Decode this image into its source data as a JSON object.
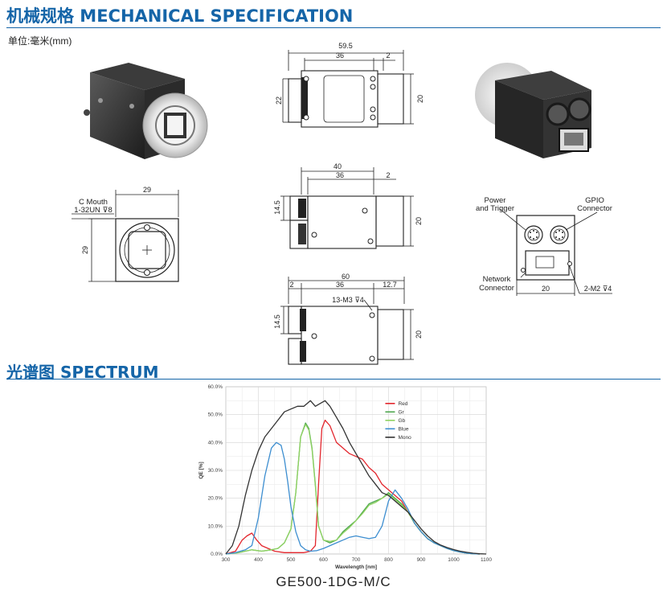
{
  "header": {
    "title": "机械规格 MECHANICAL SPECIFICATION",
    "unit": "单位:毫米(mm)"
  },
  "drawings": {
    "top_view": {
      "overall": "59.5",
      "body": "36",
      "offset": "2",
      "left_height": "22",
      "right_height": "20"
    },
    "side_view": {
      "overall": "40",
      "body": "36",
      "offset": "2",
      "left_height": "14.5",
      "right_height": "20"
    },
    "bottom_view": {
      "overall": "60",
      "left": "2",
      "body": "36",
      "right": "12.7",
      "thread": "13-M3 ⊽4",
      "left_height": "14.5",
      "right_height": "20"
    },
    "front_view": {
      "mount_label": "C Mouth",
      "mount_thread": "1-32UN ⊽8",
      "width": "29",
      "height": "29"
    },
    "rear_view": {
      "power_label_1": "Power",
      "power_label_2": "and Trigger",
      "gpio_label_1": "GPIO",
      "gpio_label_2": "Connector",
      "network_label_1": "Network",
      "network_label_2": "Connector",
      "width": "20",
      "screw": "2-M2 ⊽4"
    }
  },
  "spectrum": {
    "title": "光谱图    SPECTRUM",
    "model": "GE500-1DG-M/C"
  },
  "chart_data": {
    "type": "line",
    "xlabel": "Wavelength [nm]",
    "ylabel": "QE [%]",
    "xlim": [
      300,
      1100
    ],
    "ylim": [
      0,
      60
    ],
    "x_ticks": [
      "300",
      "400",
      "500",
      "600",
      "700",
      "800",
      "900",
      "1000",
      "1100"
    ],
    "y_ticks": [
      "0.0%",
      "10.0%",
      "20.0%",
      "30.0%",
      "40.0%",
      "50.0%",
      "60.0%"
    ],
    "grid": true,
    "legend_position": "top-right",
    "series": [
      {
        "name": "Red",
        "color": "#e3262d",
        "x": [
          300,
          330,
          350,
          365,
          380,
          395,
          410,
          430,
          450,
          480,
          510,
          540,
          560,
          575,
          585,
          595,
          605,
          620,
          640,
          660,
          680,
          700,
          720,
          740,
          760,
          780,
          800,
          820,
          840,
          860,
          880,
          900,
          920,
          940,
          960,
          980,
          1000,
          1020,
          1040,
          1060,
          1080
        ],
        "y": [
          0,
          1,
          5,
          6.5,
          7.5,
          5,
          3,
          2,
          1,
          0.5,
          0.5,
          0.5,
          1,
          3,
          25,
          45,
          48,
          46,
          40,
          38,
          36,
          35,
          34,
          31,
          29,
          25,
          23,
          21,
          19,
          15,
          11,
          8,
          5.5,
          4,
          3,
          2,
          1.2,
          0.7,
          0.3,
          0.1,
          0
        ]
      },
      {
        "name": "Gr",
        "color": "#4ca64c",
        "x": [
          300,
          340,
          380,
          410,
          440,
          460,
          480,
          500,
          515,
          530,
          545,
          555,
          565,
          575,
          585,
          600,
          620,
          640,
          660,
          680,
          700,
          720,
          740,
          760,
          780,
          800,
          820,
          840,
          860,
          880,
          900,
          920,
          940,
          960,
          980,
          1000,
          1020,
          1040,
          1060,
          1080
        ],
        "y": [
          0,
          0.5,
          1.5,
          1,
          1.5,
          2,
          4,
          9,
          22,
          42,
          47,
          45,
          38,
          25,
          10,
          5,
          4,
          5,
          8,
          10,
          12,
          15,
          18,
          19,
          20,
          22,
          20,
          18,
          15,
          11,
          8,
          5.5,
          4,
          3,
          2,
          1.2,
          0.7,
          0.3,
          0.1,
          0
        ]
      },
      {
        "name": "Gb",
        "color": "#8fd262",
        "x": [
          300,
          340,
          380,
          410,
          440,
          460,
          480,
          500,
          515,
          530,
          545,
          555,
          565,
          575,
          585,
          600,
          620,
          640,
          660,
          680,
          700,
          720,
          740,
          760,
          780,
          800,
          820,
          840,
          860,
          880,
          900,
          920,
          940,
          960,
          980,
          1000,
          1020,
          1040,
          1060,
          1080
        ],
        "y": [
          0,
          0.5,
          1.5,
          1,
          1.5,
          2,
          4,
          9,
          22,
          42,
          46.5,
          44.5,
          37.5,
          24.5,
          10,
          5,
          4.5,
          5,
          7.5,
          9.5,
          12,
          14.5,
          17.5,
          18.5,
          20,
          21.5,
          19.5,
          17.5,
          15,
          11,
          8,
          5.5,
          4,
          3,
          2,
          1.2,
          0.7,
          0.3,
          0.1,
          0
        ]
      },
      {
        "name": "Blue",
        "color": "#3d8ed0",
        "x": [
          300,
          330,
          360,
          380,
          400,
          420,
          440,
          455,
          470,
          480,
          490,
          500,
          515,
          530,
          545,
          560,
          580,
          600,
          620,
          640,
          660,
          680,
          700,
          720,
          740,
          760,
          780,
          800,
          820,
          840,
          860,
          880,
          900,
          920,
          940,
          960,
          980,
          1000,
          1020,
          1040,
          1060,
          1080
        ],
        "y": [
          0,
          0.5,
          1.5,
          3,
          13,
          28,
          38,
          40,
          39,
          34,
          26,
          17,
          8,
          3,
          1.5,
          1,
          1.2,
          2,
          3,
          4,
          5,
          6,
          6.5,
          6,
          5.5,
          6,
          10,
          19,
          23,
          20,
          16,
          11,
          8,
          5.5,
          4,
          3,
          2,
          1.2,
          0.7,
          0.3,
          0.1,
          0
        ]
      },
      {
        "name": "Mono",
        "color": "#333333",
        "x": [
          300,
          320,
          340,
          360,
          380,
          400,
          420,
          440,
          460,
          480,
          500,
          520,
          540,
          560,
          575,
          590,
          605,
          620,
          640,
          660,
          680,
          700,
          720,
          740,
          760,
          780,
          800,
          820,
          840,
          860,
          880,
          900,
          920,
          940,
          960,
          980,
          1000,
          1020,
          1040,
          1060,
          1080,
          1100
        ],
        "y": [
          0,
          3,
          10,
          21,
          30,
          37,
          42,
          45,
          48,
          51,
          52,
          53,
          53,
          55,
          53,
          54,
          55,
          53,
          49,
          45,
          40,
          36,
          32,
          28,
          25,
          22,
          21,
          19,
          17,
          15,
          12,
          9,
          6.5,
          4.5,
          3.2,
          2.3,
          1.6,
          1,
          0.6,
          0.3,
          0.1,
          0
        ]
      }
    ]
  }
}
